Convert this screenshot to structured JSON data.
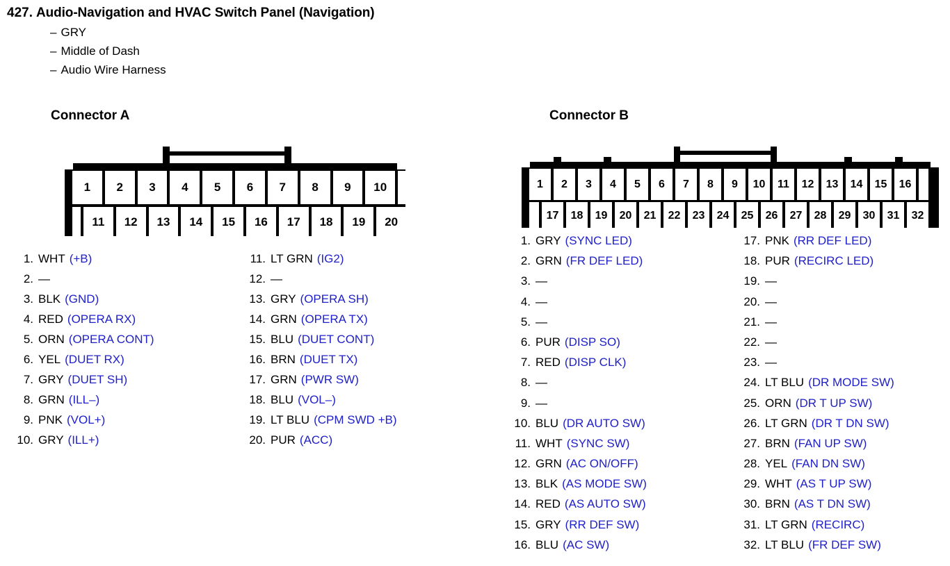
{
  "header": {
    "number": "427.",
    "title": "Audio-Navigation and HVAC Switch Panel (Navigation)",
    "dash": "–",
    "sublines": [
      "GRY",
      "Middle of Dash",
      "Audio Wire Harness"
    ]
  },
  "colors": {
    "signal_blue": "#2020c8",
    "text_black": "#000000",
    "connector_body": "#000000",
    "cell_fill": "#ffffff"
  },
  "empty_marker": "—",
  "connector_a": {
    "heading": "Connector A",
    "top_row_pins": [
      "1",
      "2",
      "3",
      "4",
      "5",
      "6",
      "7",
      "8",
      "9",
      "10"
    ],
    "bottom_row_pins": [
      "11",
      "12",
      "13",
      "14",
      "15",
      "16",
      "17",
      "18",
      "19",
      "20"
    ],
    "pins": [
      {
        "num": "1.",
        "wire": "WHT",
        "signal": "(+B)"
      },
      {
        "num": "2.",
        "wire": "—",
        "signal": ""
      },
      {
        "num": "3.",
        "wire": "BLK",
        "signal": "(GND)"
      },
      {
        "num": "4.",
        "wire": "RED",
        "signal": "(OPERA RX)"
      },
      {
        "num": "5.",
        "wire": "ORN",
        "signal": "(OPERA CONT)"
      },
      {
        "num": "6.",
        "wire": "YEL",
        "signal": "(DUET RX)"
      },
      {
        "num": "7.",
        "wire": "GRY",
        "signal": "(DUET SH)"
      },
      {
        "num": "8.",
        "wire": "GRN",
        "signal": "(ILL–)"
      },
      {
        "num": "9.",
        "wire": "PNK",
        "signal": "(VOL+)"
      },
      {
        "num": "10.",
        "wire": "GRY",
        "signal": "(ILL+)"
      },
      {
        "num": "11.",
        "wire": "LT GRN",
        "signal": "(IG2)"
      },
      {
        "num": "12.",
        "wire": "—",
        "signal": ""
      },
      {
        "num": "13.",
        "wire": "GRY",
        "signal": "(OPERA SH)"
      },
      {
        "num": "14.",
        "wire": "GRN",
        "signal": "(OPERA TX)"
      },
      {
        "num": "15.",
        "wire": "BLU",
        "signal": "(DUET CONT)"
      },
      {
        "num": "16.",
        "wire": "BRN",
        "signal": "(DUET TX)"
      },
      {
        "num": "17.",
        "wire": "GRN",
        "signal": "(PWR SW)"
      },
      {
        "num": "18.",
        "wire": "BLU",
        "signal": "(VOL–)"
      },
      {
        "num": "19.",
        "wire": "LT BLU",
        "signal": "(CPM SWD +B)"
      },
      {
        "num": "20.",
        "wire": "PUR",
        "signal": "(ACC)"
      }
    ]
  },
  "connector_b": {
    "heading": "Connector B",
    "top_row_pins": [
      "1",
      "2",
      "3",
      "4",
      "5",
      "6",
      "7",
      "8",
      "9",
      "10",
      "11",
      "12",
      "13",
      "14",
      "15",
      "16"
    ],
    "bottom_row_pins": [
      "17",
      "18",
      "19",
      "20",
      "21",
      "22",
      "23",
      "24",
      "25",
      "26",
      "27",
      "28",
      "29",
      "30",
      "31",
      "32"
    ],
    "pins": [
      {
        "num": "1.",
        "wire": "GRY",
        "signal": "(SYNC LED)"
      },
      {
        "num": "2.",
        "wire": "GRN",
        "signal": "(FR DEF LED)"
      },
      {
        "num": "3.",
        "wire": "—",
        "signal": ""
      },
      {
        "num": "4.",
        "wire": "—",
        "signal": ""
      },
      {
        "num": "5.",
        "wire": "—",
        "signal": ""
      },
      {
        "num": "6.",
        "wire": "PUR",
        "signal": "(DISP SO)"
      },
      {
        "num": "7.",
        "wire": "RED",
        "signal": "(DISP CLK)"
      },
      {
        "num": "8.",
        "wire": "—",
        "signal": ""
      },
      {
        "num": "9.",
        "wire": "—",
        "signal": ""
      },
      {
        "num": "10.",
        "wire": "BLU",
        "signal": "(DR AUTO SW)"
      },
      {
        "num": "11.",
        "wire": "WHT",
        "signal": "(SYNC SW)"
      },
      {
        "num": "12.",
        "wire": "GRN",
        "signal": "(AC ON/OFF)"
      },
      {
        "num": "13.",
        "wire": "BLK",
        "signal": "(AS MODE SW)"
      },
      {
        "num": "14.",
        "wire": "RED",
        "signal": "(AS AUTO SW)"
      },
      {
        "num": "15.",
        "wire": "GRY",
        "signal": "(RR DEF SW)"
      },
      {
        "num": "16.",
        "wire": "BLU",
        "signal": "(AC SW)"
      },
      {
        "num": "17.",
        "wire": "PNK",
        "signal": "(RR DEF LED)"
      },
      {
        "num": "18.",
        "wire": "PUR",
        "signal": "(RECIRC LED)"
      },
      {
        "num": "19.",
        "wire": "—",
        "signal": ""
      },
      {
        "num": "20.",
        "wire": "—",
        "signal": ""
      },
      {
        "num": "21.",
        "wire": "—",
        "signal": ""
      },
      {
        "num": "22.",
        "wire": "—",
        "signal": ""
      },
      {
        "num": "23.",
        "wire": "—",
        "signal": ""
      },
      {
        "num": "24.",
        "wire": "LT BLU",
        "signal": "(DR MODE SW)"
      },
      {
        "num": "25.",
        "wire": "ORN",
        "signal": "(DR T UP SW)"
      },
      {
        "num": "26.",
        "wire": "LT GRN",
        "signal": "(DR T DN SW)"
      },
      {
        "num": "27.",
        "wire": "BRN",
        "signal": "(FAN UP SW)"
      },
      {
        "num": "28.",
        "wire": "YEL",
        "signal": "(FAN DN SW)"
      },
      {
        "num": "29.",
        "wire": "WHT",
        "signal": "(AS T UP SW)"
      },
      {
        "num": "30.",
        "wire": "BRN",
        "signal": "(AS T DN SW)"
      },
      {
        "num": "31.",
        "wire": "LT GRN",
        "signal": "(RECIRC)"
      },
      {
        "num": "32.",
        "wire": "LT BLU",
        "signal": "(FR DEF SW)"
      }
    ]
  }
}
